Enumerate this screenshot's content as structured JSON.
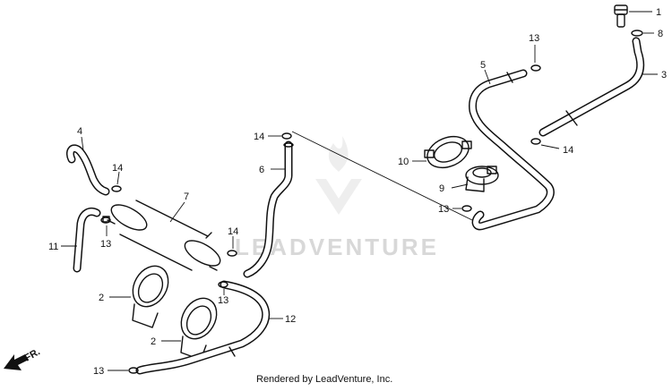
{
  "diagram": {
    "callouts": {
      "c1": "1",
      "c2a": "2",
      "c2b": "2",
      "c3": "3",
      "c4": "4",
      "c5": "5",
      "c6": "6",
      "c7": "7",
      "c8": "8",
      "c9": "9",
      "c10": "10",
      "c11": "11",
      "c12": "12",
      "c13a": "13",
      "c13b": "13",
      "c13c": "13",
      "c13d": "13",
      "c13e": "13",
      "c14a": "14",
      "c14b": "14",
      "c14c": "14",
      "c14d": "14"
    },
    "direction_label": "FR.",
    "watermark": "LEADVENTURE",
    "footer": "Rendered by LeadVenture, Inc."
  }
}
